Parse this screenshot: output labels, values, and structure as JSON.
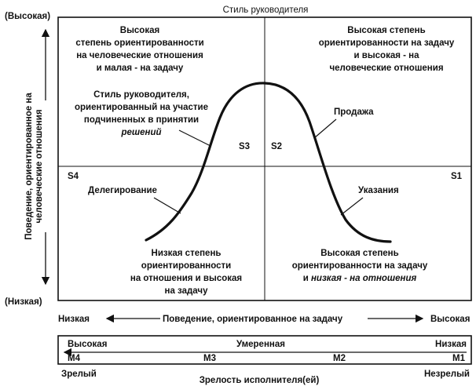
{
  "title": "Стиль руководителя",
  "y_axis": {
    "high": "(Высокая)",
    "low": "(Низкая)",
    "label_line1": "Поведение, ориентированное на",
    "label_line2": "человеческие отношения"
  },
  "quadrants": {
    "top_left": [
      "Высокая",
      "степень ориентированности",
      "на человеческие отношения",
      "и малая - на задачу"
    ],
    "top_right": [
      "Высокая степень",
      "ориентированности на задачу",
      "и высокая - на",
      "человеческие отношения"
    ],
    "bottom_left": [
      "Низкая степень",
      "ориентированности",
      "на отношения и высокая",
      "на задачу"
    ],
    "bottom_right_normal": [
      "Высокая степень",
      "ориентированности на задачу"
    ],
    "bottom_right_mixed": {
      "normal": "и ",
      "italic": "низкая - на отношения"
    }
  },
  "styles": {
    "s1": "S1",
    "s2": "S2",
    "s3": "S3",
    "s4": "S4",
    "participating": [
      "Стиль руководителя,",
      "ориентированный на участие",
      "подчиненных в принятии"
    ],
    "participating_italic": "решений",
    "selling": "Продажа",
    "delegating": "Делегирование",
    "telling": "Указания"
  },
  "x_axis": {
    "low": "Низкая",
    "label": "Поведение, ориентированное на задачу",
    "high": "Высокая"
  },
  "maturity": {
    "high": "Высокая",
    "moderate": "Умеренная",
    "low": "Низкая",
    "levels": [
      "M4",
      "M3",
      "M2",
      "M1"
    ],
    "mature": "Зрелый",
    "immature": "Незрелый",
    "label": "Зрелость исполнителя(ей)"
  },
  "colors": {
    "ink": "#111111",
    "background": "#ffffff"
  }
}
